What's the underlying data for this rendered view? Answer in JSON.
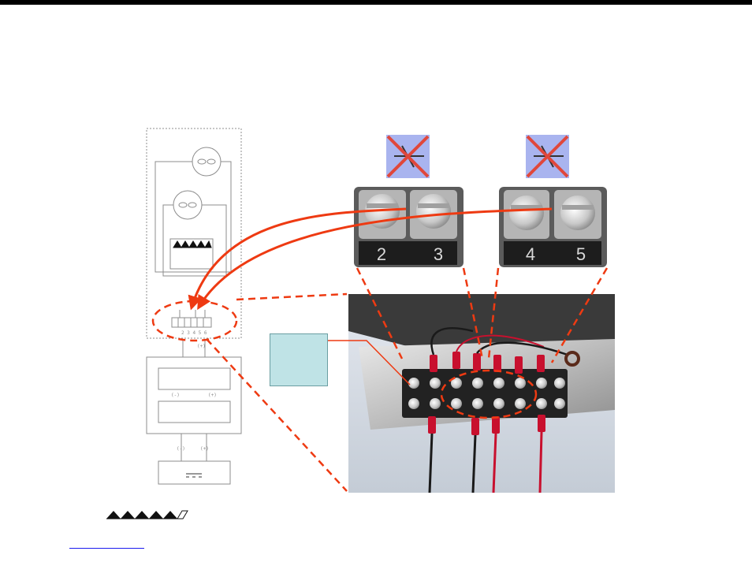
{
  "colors": {
    "arrow": "#ee3a12",
    "wire_red": "#c8102e",
    "wire_black": "#1a1a1a",
    "callout_fill": "#bfe3e6",
    "schematic_line": "#8c8c8c",
    "cross_red": "#e0473b",
    "cross_box": "#9aa7ec"
  },
  "terminal_labels": [
    "2",
    "3",
    "4",
    "5"
  ],
  "schematic": {
    "terminal_numbers": "2 3 4 5 6",
    "polarity": [
      "(-)",
      "(+)",
      "(-)",
      "(+)",
      "(-)",
      "(+)"
    ]
  },
  "icons": [
    "cross-out-icon",
    "fan-icon",
    "heater-icon",
    "battery-icon"
  ]
}
